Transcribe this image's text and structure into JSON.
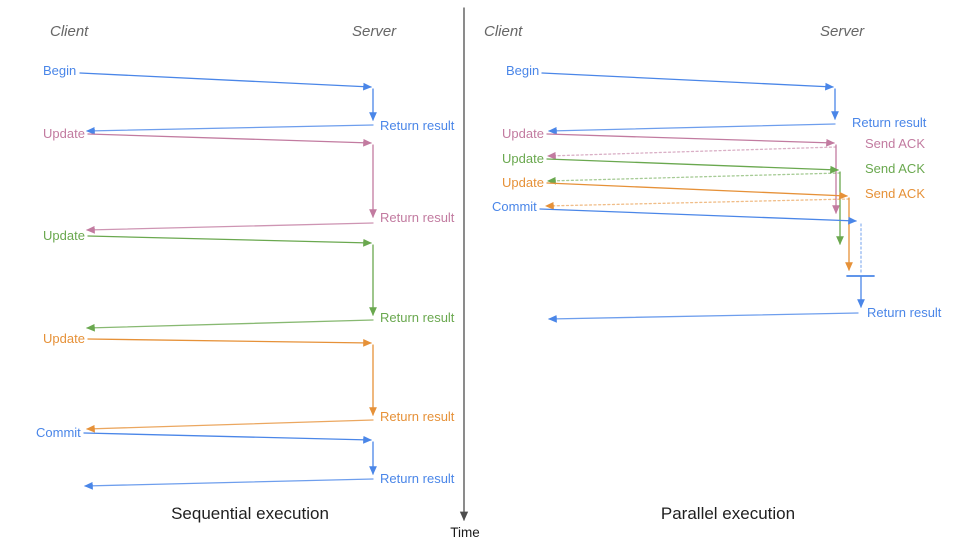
{
  "colors": {
    "blue": "#4a86e8",
    "pink": "#c27ba0",
    "green": "#6aa84f",
    "orange": "#e69138",
    "header_gray": "#666666",
    "caption_black": "#1f1f1f",
    "axis_gray": "#4d4d4d"
  },
  "time_axis": {
    "label": "Time"
  },
  "sequential": {
    "caption": "Sequential execution",
    "client_label": "Client",
    "server_label": "Server",
    "messages": [
      {
        "request": "Begin",
        "response": "Return result"
      },
      {
        "request": "Update",
        "response": "Return result"
      },
      {
        "request": "Update",
        "response": "Return result"
      },
      {
        "request": "Update",
        "response": "Return result"
      },
      {
        "request": "Commit",
        "response": "Return result"
      }
    ]
  },
  "parallel": {
    "caption": "Parallel execution",
    "client_label": "Client",
    "server_label": "Server",
    "messages": [
      {
        "request": "Begin",
        "response": "Return result"
      },
      {
        "request": "Update",
        "response": "Send ACK"
      },
      {
        "request": "Update",
        "response": "Send ACK"
      },
      {
        "request": "Update",
        "response": "Send ACK"
      },
      {
        "request": "Commit",
        "response": "Return result"
      }
    ]
  }
}
